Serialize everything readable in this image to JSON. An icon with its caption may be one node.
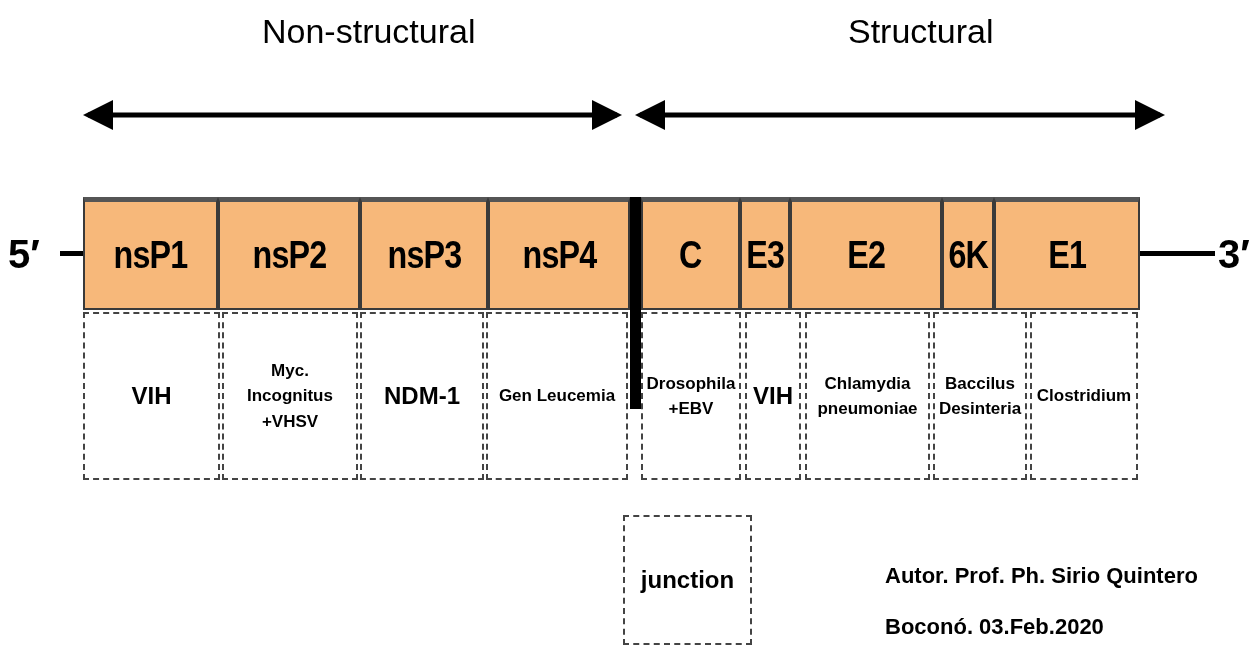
{
  "diagram": {
    "nodes": [
      {
        "text": [
          "nsP1"
        ]
      },
      {
        "text": [
          "nsP2"
        ]
      },
      {
        "text": [
          "nsP3"
        ]
      },
      {
        "text": [
          "nsP4"
        ]
      },
      {
        "text": [
          "C"
        ]
      },
      {
        "text": [
          "E3"
        ]
      },
      {
        "text": [
          "E2"
        ]
      },
      {
        "text": [
          "6K"
        ]
      },
      {
        "text": [
          "E1"
        ]
      },
      {
        "text": [
          "VIH"
        ]
      },
      {
        "text": [
          "Myc. Incognitus +VHSV"
        ]
      },
      {
        "text": [
          "NDM-1"
        ]
      },
      {
        "text": [
          "Gen Leucemia"
        ]
      },
      {
        "text": [
          "Drosophila +EBV"
        ]
      },
      {
        "text": [
          "VIH"
        ]
      },
      {
        "text": [
          "Chlamydia pneumoniae"
        ]
      },
      {
        "text": [
          "Baccilus Desinteria"
        ]
      },
      {
        "text": [
          "Clostridium"
        ]
      },
      {
        "text": [
          "junction"
        ]
      }
    ],
    "labels": [
      "Non-structural",
      "Structural",
      "5′",
      "3′",
      "Autor. Prof. Ph. Sirio Quintero",
      "Boconó. 03.Feb.2020"
    ]
  }
}
